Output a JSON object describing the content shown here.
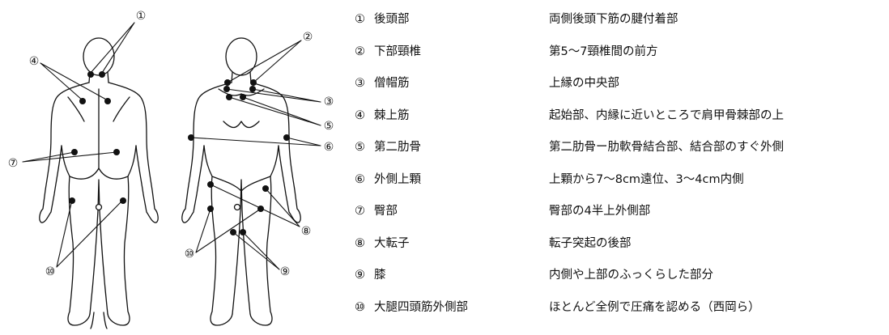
{
  "legend": {
    "items": [
      {
        "num": "①",
        "name": "後頭部",
        "desc": "両側後頭下筋の腱付着部"
      },
      {
        "num": "②",
        "name": "下部頸椎",
        "desc": "第5〜7頸椎間の前方"
      },
      {
        "num": "③",
        "name": "僧帽筋",
        "desc": "上縁の中央部"
      },
      {
        "num": "④",
        "name": "棘上筋",
        "desc": "起始部、内縁に近いところで肩甲骨棘部の上"
      },
      {
        "num": "⑤",
        "name": "第二肋骨",
        "desc": "第二肋骨ー肋軟骨結合部、結合部のすぐ外側"
      },
      {
        "num": "⑥",
        "name": "外側上顆",
        "desc": "上顆から7〜8cm遠位、3〜4cm内側"
      },
      {
        "num": "⑦",
        "name": "臀部",
        "desc": "臀部の4半上外側部"
      },
      {
        "num": "⑧",
        "name": "大転子",
        "desc": "転子突起の後部"
      },
      {
        "num": "⑨",
        "name": "膝",
        "desc": "内側や上部のふっくらした部分"
      },
      {
        "num": "⑩",
        "name": "大腿四頭筋外側部",
        "desc": "ほとんど全例で圧痛を認める（西岡ら）"
      }
    ]
  },
  "figure": {
    "callouts": {
      "back_1": "①",
      "back_4": "④",
      "back_7": "⑦",
      "back_10": "⑩",
      "front_2": "②",
      "front_3": "③",
      "front_5": "⑤",
      "front_6": "⑥",
      "front_8": "⑧",
      "front_9": "⑨",
      "front_10": "⑩"
    }
  }
}
